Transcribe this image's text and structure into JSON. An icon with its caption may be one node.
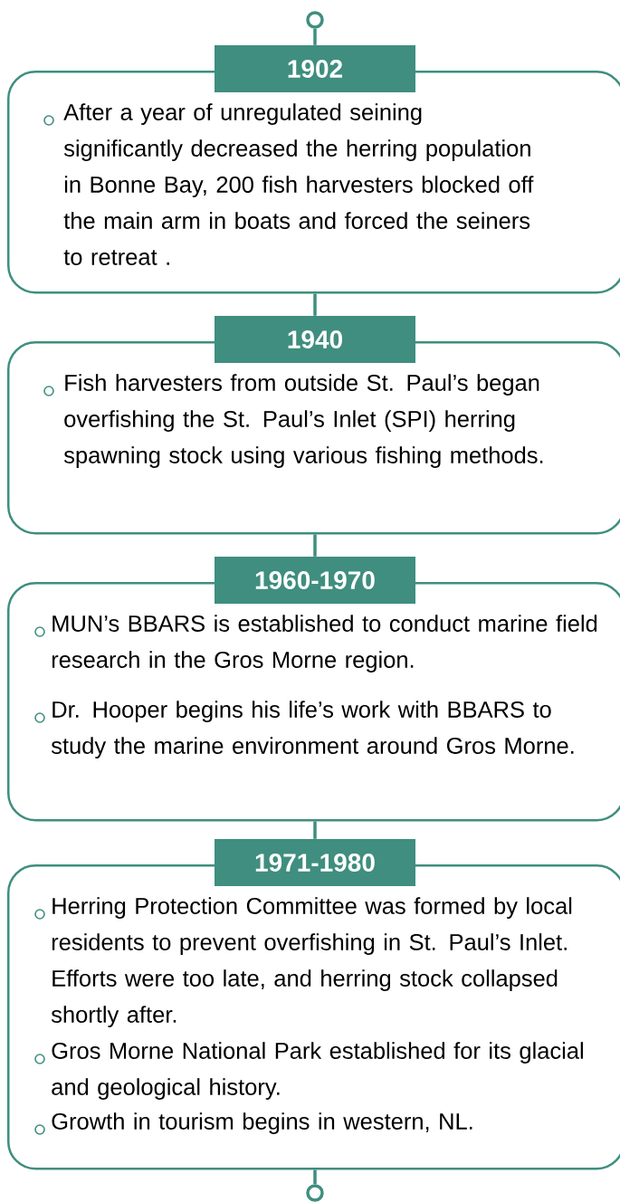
{
  "diagram": {
    "nodes": [
      {
        "text": [],
        "shape": "circle"
      },
      {
        "text": [
          "1902"
        ]
      },
      {
        "text": [
          "After a year of unregulated seining significantly decreased the herring population in Bonne Bay, 200 fish harvesters blocked off the main arm in boats and forced the seiners to retreat ."
        ]
      },
      {
        "text": [
          "1940"
        ]
      },
      {
        "text": [
          "Fish harvesters from outside St. Paul’s began overfishing the St. Paul’s Inlet (SPI) herring spawning stock using various fishing methods."
        ]
      },
      {
        "text": [
          "1960-1970"
        ]
      },
      {
        "text": [
          "MUN’s BBARS is established to conduct marine field research in the Gros Morne region.",
          "Dr. Hooper begins his life’s work with BBARS to study the marine environment around Gros Morne."
        ]
      },
      {
        "text": [
          "1971-1980"
        ]
      },
      {
        "text": [
          "Herring Protection Committee was formed by local residents to prevent overfishing in St. Paul’s Inlet. Efforts were too late, and herring stock collapsed shortly after.",
          "Gros Morne National Park established for its glacial and geological history.",
          "Growth in tourism begins in western, NL."
        ]
      },
      {
        "text": [],
        "shape": "circle"
      }
    ],
    "edges": [
      {
        "from": 0,
        "to": 1,
        "arrow": "none"
      },
      {
        "from": 2,
        "to": 3,
        "arrow": "none"
      },
      {
        "from": 4,
        "to": 5,
        "arrow": "none"
      },
      {
        "from": 6,
        "to": 7,
        "arrow": "none"
      },
      {
        "from": 8,
        "to": 9,
        "arrow": "none"
      }
    ]
  }
}
